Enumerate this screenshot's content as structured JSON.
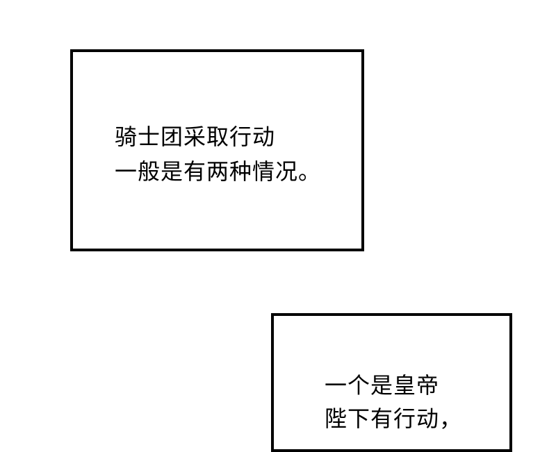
{
  "panels": [
    {
      "lines": [
        "骑士团采取行动",
        "一般是有两种情况。"
      ]
    },
    {
      "lines": [
        "一个是皇帝",
        "陛下有行动，"
      ]
    }
  ]
}
